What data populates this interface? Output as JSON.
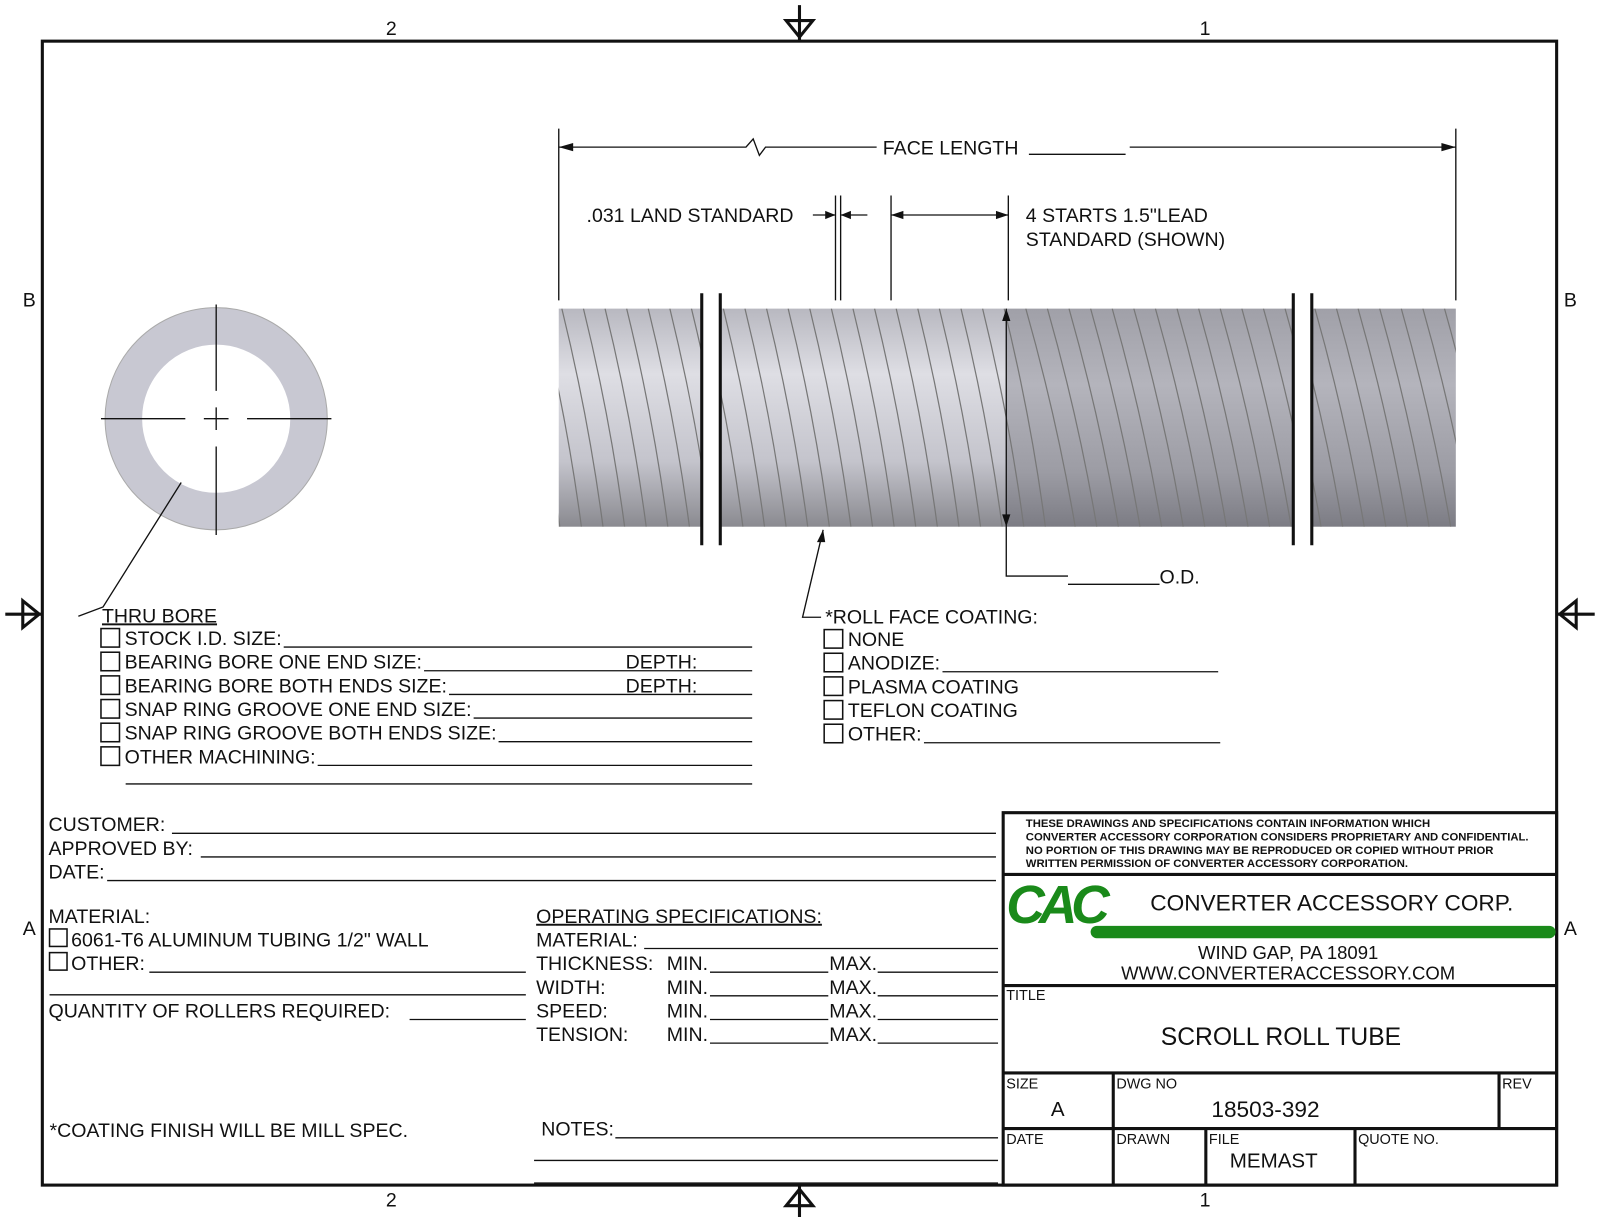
{
  "zones": {
    "top_left": "2",
    "top_right": "1",
    "bottom_left": "2",
    "bottom_right": "1",
    "left_b": "B",
    "right_b": "B",
    "left_a": "A",
    "right_a": "A"
  },
  "view": {
    "face_length": "FACE LENGTH",
    "land": ".031 LAND STANDARD",
    "starts_line1": "4 STARTS 1.5\"LEAD",
    "starts_line2": "STANDARD (SHOWN)",
    "od": "O.D."
  },
  "thru_bore": {
    "heading": "THRU BORE",
    "items": [
      {
        "label": "STOCK I.D. SIZE:"
      },
      {
        "label": "BEARING BORE ONE END SIZE:",
        "extra": "DEPTH:"
      },
      {
        "label": "BEARING BORE BOTH ENDS SIZE:",
        "extra": "DEPTH:"
      },
      {
        "label": "SNAP RING GROOVE ONE END SIZE:"
      },
      {
        "label": "SNAP RING GROOVE BOTH ENDS SIZE:"
      },
      {
        "label": "OTHER MACHINING:"
      }
    ]
  },
  "coating": {
    "heading": "*ROLL FACE COATING:",
    "items": [
      "NONE",
      "ANODIZE:",
      "PLASMA COATING",
      "TEFLON COATING",
      "OTHER:"
    ]
  },
  "customer": {
    "customer": "CUSTOMER:",
    "approved": "APPROVED BY:",
    "date": "DATE:"
  },
  "material": {
    "heading": "MATERIAL:",
    "options": [
      "6061-T6 ALUMINUM TUBING 1/2\" WALL",
      "OTHER:"
    ],
    "quantity": "QUANTITY OF ROLLERS REQUIRED:",
    "coating_note": "*COATING FINISH WILL BE MILL SPEC."
  },
  "operating": {
    "heading": "OPERATING SPECIFICATIONS:",
    "material": "MATERIAL:",
    "rows": [
      "THICKNESS:",
      "WIDTH:",
      "SPEED:",
      "TENSION:"
    ],
    "min": "MIN.",
    "max": "MAX.",
    "notes": "NOTES:"
  },
  "title_block": {
    "disclaimer": [
      "THESE DRAWINGS AND SPECIFICATIONS CONTAIN INFORMATION WHICH",
      "CONVERTER ACCESSORY CORPORATION CONSIDERS PROPRIETARY AND CONFIDENTIAL.",
      "NO PORTION OF THIS DRAWING MAY BE REPRODUCED OR COPIED WITHOUT PRIOR",
      "WRITTEN PERMISSION OF CONVERTER ACCESSORY CORPORATION."
    ],
    "logo": "CAC",
    "company": "CONVERTER ACCESSORY CORP.",
    "address": "WIND GAP, PA 18091",
    "website": "WWW.CONVERTERACCESSORY.COM",
    "brand_color": "#1a8a1a",
    "title_label": "TITLE",
    "title": "SCROLL ROLL TUBE",
    "size_label": "SIZE",
    "size": "A",
    "dwg_label": "DWG NO",
    "dwg": "18503-392",
    "rev_label": "REV",
    "date_label": "DATE",
    "drawn_label": "DRAWN",
    "file_label": "FILE",
    "file": "MEMAST",
    "quote_label": "QUOTE NO."
  }
}
